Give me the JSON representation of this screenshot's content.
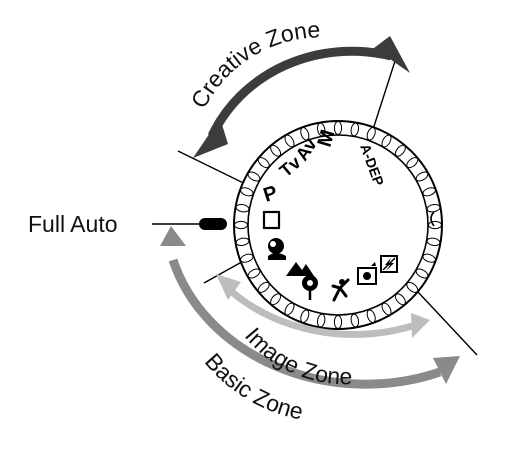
{
  "labels": {
    "full_auto": "Full Auto",
    "creative_zone": "Creative Zone",
    "image_zone": "Image Zone",
    "basic_zone": "Basic Zone"
  },
  "dial_modes": {
    "p": "P",
    "tv": "Tv",
    "av": "Av",
    "m": "M",
    "a_dep": "A-DEP"
  },
  "icons": {
    "full_auto_mark": "full-auto-rectangle-icon",
    "portrait": "portrait-icon",
    "landscape": "landscape-icon",
    "close_up": "close-up-flower-icon",
    "sports": "sports-runner-icon",
    "night_portrait": "night-portrait-icon",
    "flash_off": "flash-off-icon"
  },
  "colors": {
    "creative_arrow": "#3c3c3c",
    "basic_arrow": "#8a8a8a",
    "image_arrow": "#bdbdbd",
    "ink": "#000000"
  }
}
